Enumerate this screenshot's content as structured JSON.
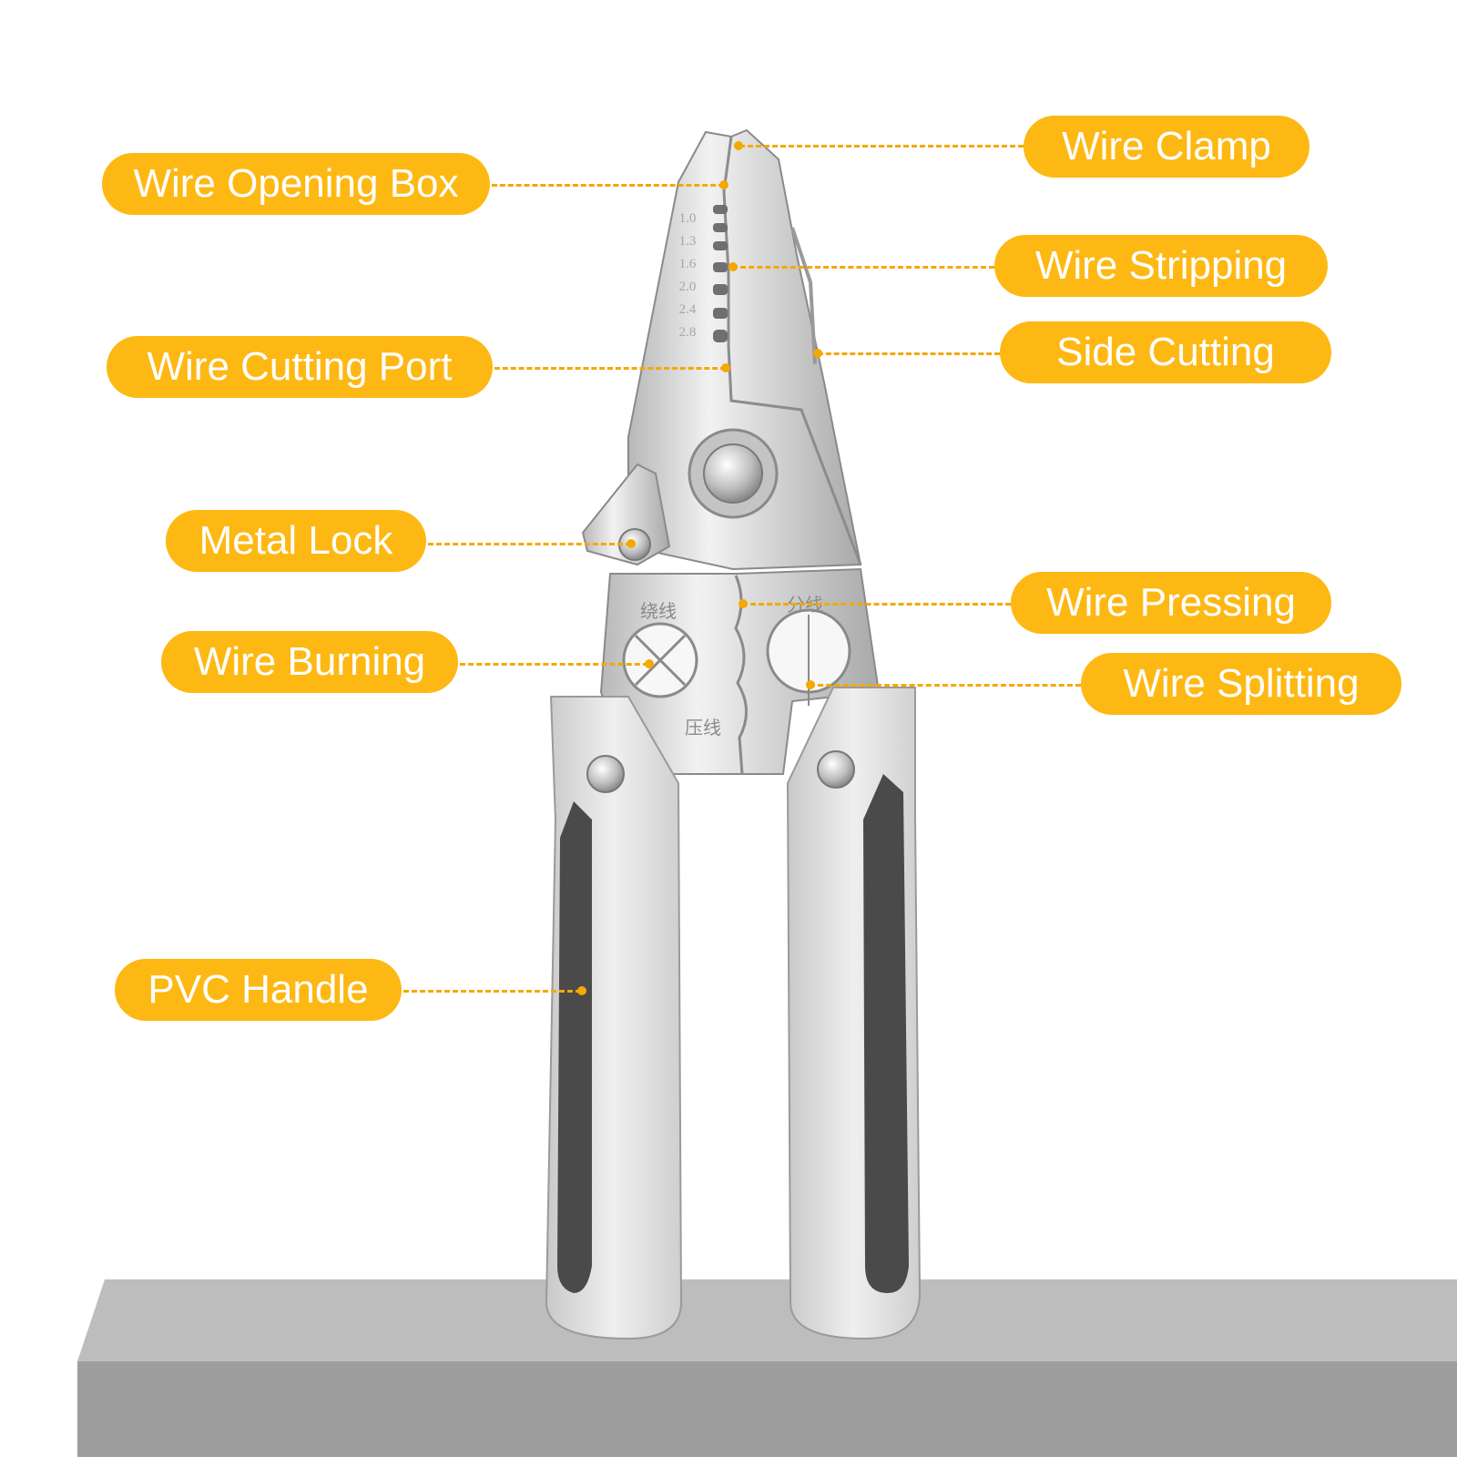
{
  "colors": {
    "callout_fill": "#fdb813",
    "callout_text": "#ffffff",
    "leader": "#f5a800",
    "handle_grip": "#4a4a4a",
    "handle_outer": "#dedede",
    "steel": "#cfcfcf",
    "shelf_top": "#bdbdbd",
    "shelf_front": "#9e9e9e"
  },
  "labels": {
    "wire_clamp": "Wire Clamp",
    "wire_opening_box": "Wire Opening Box",
    "wire_stripping": "Wire Stripping",
    "side_cutting": "Side Cutting",
    "wire_cutting_port": "Wire Cutting Port",
    "metal_lock": "Metal Lock",
    "wire_pressing": "Wire Pressing",
    "wire_burning": "Wire Burning",
    "wire_splitting": "Wire Splitting",
    "pvc_handle": "PVC Handle"
  },
  "blade_marks": {
    "gauges": [
      "1.0",
      "1.3",
      "1.6",
      "2.0",
      "2.4",
      "2.8"
    ],
    "winding": "绕线",
    "splitting": "分线",
    "crimping": "压线"
  }
}
